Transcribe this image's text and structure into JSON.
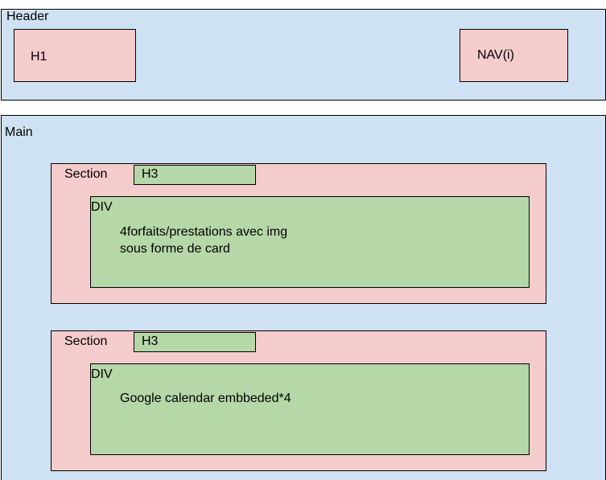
{
  "header": {
    "label": "Header",
    "h1": "H1",
    "nav": "NAV(i)"
  },
  "main": {
    "label": "Main",
    "sections": [
      {
        "label": "Section",
        "h3": "H3",
        "div_label": "DIV",
        "div_text": "4forfaits/prestations avec img\nsous forme de card"
      },
      {
        "label": "Section",
        "h3": "H3",
        "div_label": "DIV",
        "div_text": "Google calendar embbeded*4"
      }
    ]
  },
  "colors": {
    "container": "#cfe2f3",
    "block": "#f4cccc",
    "inner": "#b6d7a8",
    "stroke": "#000000"
  }
}
